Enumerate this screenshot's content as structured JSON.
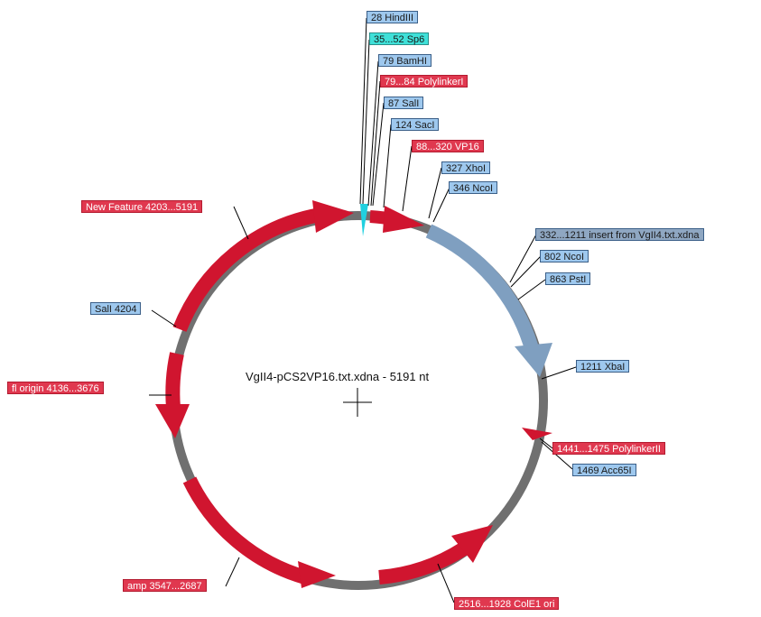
{
  "map": {
    "title": "VgII4-pCS2VP16.txt.xdna - 5191 nt",
    "total_length": 5191,
    "colors": {
      "backbone": "#707070",
      "feature": "#d0152f",
      "insert": "#7f9fc0",
      "sp6": "#20d0e0",
      "leader": "#000000"
    }
  },
  "labels": [
    {
      "id": "hindiii",
      "text": "28  HindIII",
      "kind": "site"
    },
    {
      "id": "sp6",
      "text": "35...52  Sp6",
      "kind": "sp6"
    },
    {
      "id": "bamhi",
      "text": "79  BamHI",
      "kind": "site"
    },
    {
      "id": "polylinker1",
      "text": "79...84  PolylinkerI",
      "kind": "feat"
    },
    {
      "id": "sali-87",
      "text": "87  SalI",
      "kind": "site"
    },
    {
      "id": "saci",
      "text": "124  SacI",
      "kind": "site"
    },
    {
      "id": "vp16",
      "text": "88...320  VP16",
      "kind": "feat"
    },
    {
      "id": "xhoi",
      "text": "327  XhoI",
      "kind": "site"
    },
    {
      "id": "ncoi-346",
      "text": "346  NcoI",
      "kind": "site"
    },
    {
      "id": "insert",
      "text": "332...1211  insert from VgII4.txt.xdna",
      "kind": "ins"
    },
    {
      "id": "ncoi-802",
      "text": "802  NcoI",
      "kind": "site"
    },
    {
      "id": "psti",
      "text": "863  PstI",
      "kind": "site"
    },
    {
      "id": "xbai",
      "text": "1211  XbaI",
      "kind": "site"
    },
    {
      "id": "polylinker2",
      "text": "1441...1475  PolylinkerII",
      "kind": "feat"
    },
    {
      "id": "acc65i",
      "text": "1469  Acc65I",
      "kind": "site"
    },
    {
      "id": "cole1",
      "text": "2516...1928  ColE1 ori",
      "kind": "feat"
    },
    {
      "id": "amp",
      "text": "amp  3547...2687",
      "kind": "feat"
    },
    {
      "id": "f1",
      "text": "fl origin  4136...3676",
      "kind": "feat"
    },
    {
      "id": "sali-4204",
      "text": "SalI  4204",
      "kind": "site"
    },
    {
      "id": "newfeature",
      "text": "New Feature  4203...5191",
      "kind": "feat"
    }
  ]
}
